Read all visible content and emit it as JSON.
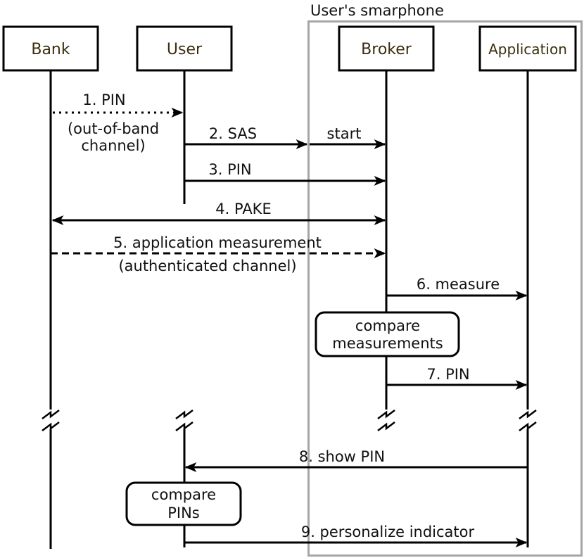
{
  "group": {
    "title": "User's smarphone",
    "border_color": "#a6a6a6"
  },
  "actors": {
    "bank": "Bank",
    "user": "User",
    "broker": "Broker",
    "application": "Application"
  },
  "messages": {
    "m1": {
      "label": "1. PIN",
      "sub1": "(out-of-band",
      "sub2": "channel)",
      "style": "dotted"
    },
    "m2": {
      "label": "2. SAS",
      "style": "solid"
    },
    "m2b": {
      "label": "start",
      "style": "solid"
    },
    "m3": {
      "label": "3. PIN",
      "style": "solid"
    },
    "m4": {
      "label": "4. PAKE",
      "style": "bidirectional"
    },
    "m5": {
      "label": "5. application measurement",
      "sub1": "(authenticated channel)",
      "style": "dashed"
    },
    "m6": {
      "label": "6. measure",
      "style": "solid"
    },
    "m7": {
      "label": "7. PIN",
      "style": "solid"
    },
    "m8": {
      "label": "8. show PIN",
      "style": "solid"
    },
    "m9": {
      "label": "9. personalize indicator",
      "style": "solid"
    }
  },
  "notes": {
    "compare_measurements": {
      "line1": "compare",
      "line2": "measurements"
    },
    "compare_pins": {
      "line1": "compare",
      "line2": "PINs"
    }
  }
}
